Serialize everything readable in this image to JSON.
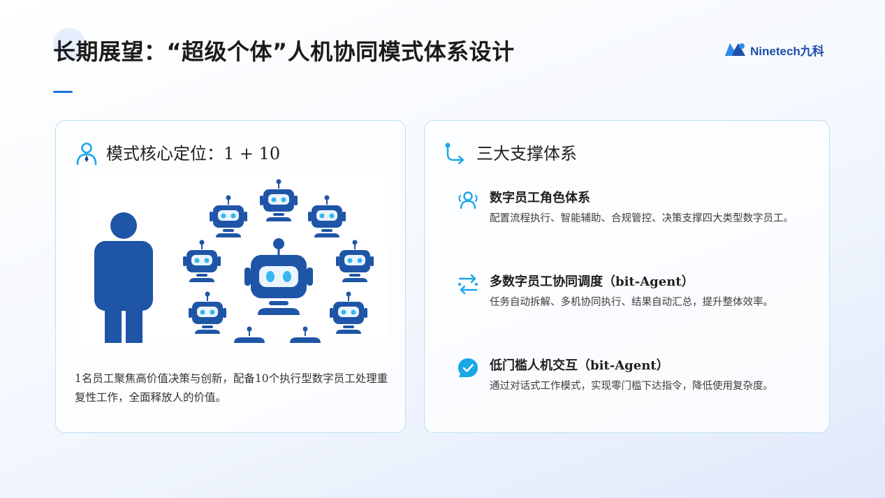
{
  "header": {
    "title": "长期展望：“超级个体”人机协同模式体系设计",
    "logo_text": "Ninetech九科"
  },
  "left_card": {
    "icon": "person-icon",
    "title": "模式核心定位：1 + 10",
    "description": "1名员工聚焦高价值决策与创新，配备10个执行型数字员工处理重复性工作，全面释放人的价值。"
  },
  "right_card": {
    "icon": "route-icon",
    "title": "三大支撑体系",
    "items": [
      {
        "icon": "users-icon",
        "title": "数字员工角色体系",
        "description": "配置流程执行、智能辅助、合规管控、决策支撑四大类型数字员工。"
      },
      {
        "icon": "switch-arrows-icon",
        "title": "多数字员工协同调度（bit-Agent）",
        "description": "任务自动拆解、多机协同执行、结果自动汇总，提升整体效率。"
      },
      {
        "icon": "chat-check-icon",
        "title": "低门槛人机交互（bit-Agent）",
        "description": "通过对话式工作模式，实现零门槛下达指令，降低使用复杂度。"
      }
    ]
  },
  "colors": {
    "accent": "#1a73e8",
    "card_border": "#bde0f1",
    "icon_blue": "#19a7e8",
    "illustration_blue": "#1f55a6",
    "robot_eye": "#35b6f2"
  }
}
